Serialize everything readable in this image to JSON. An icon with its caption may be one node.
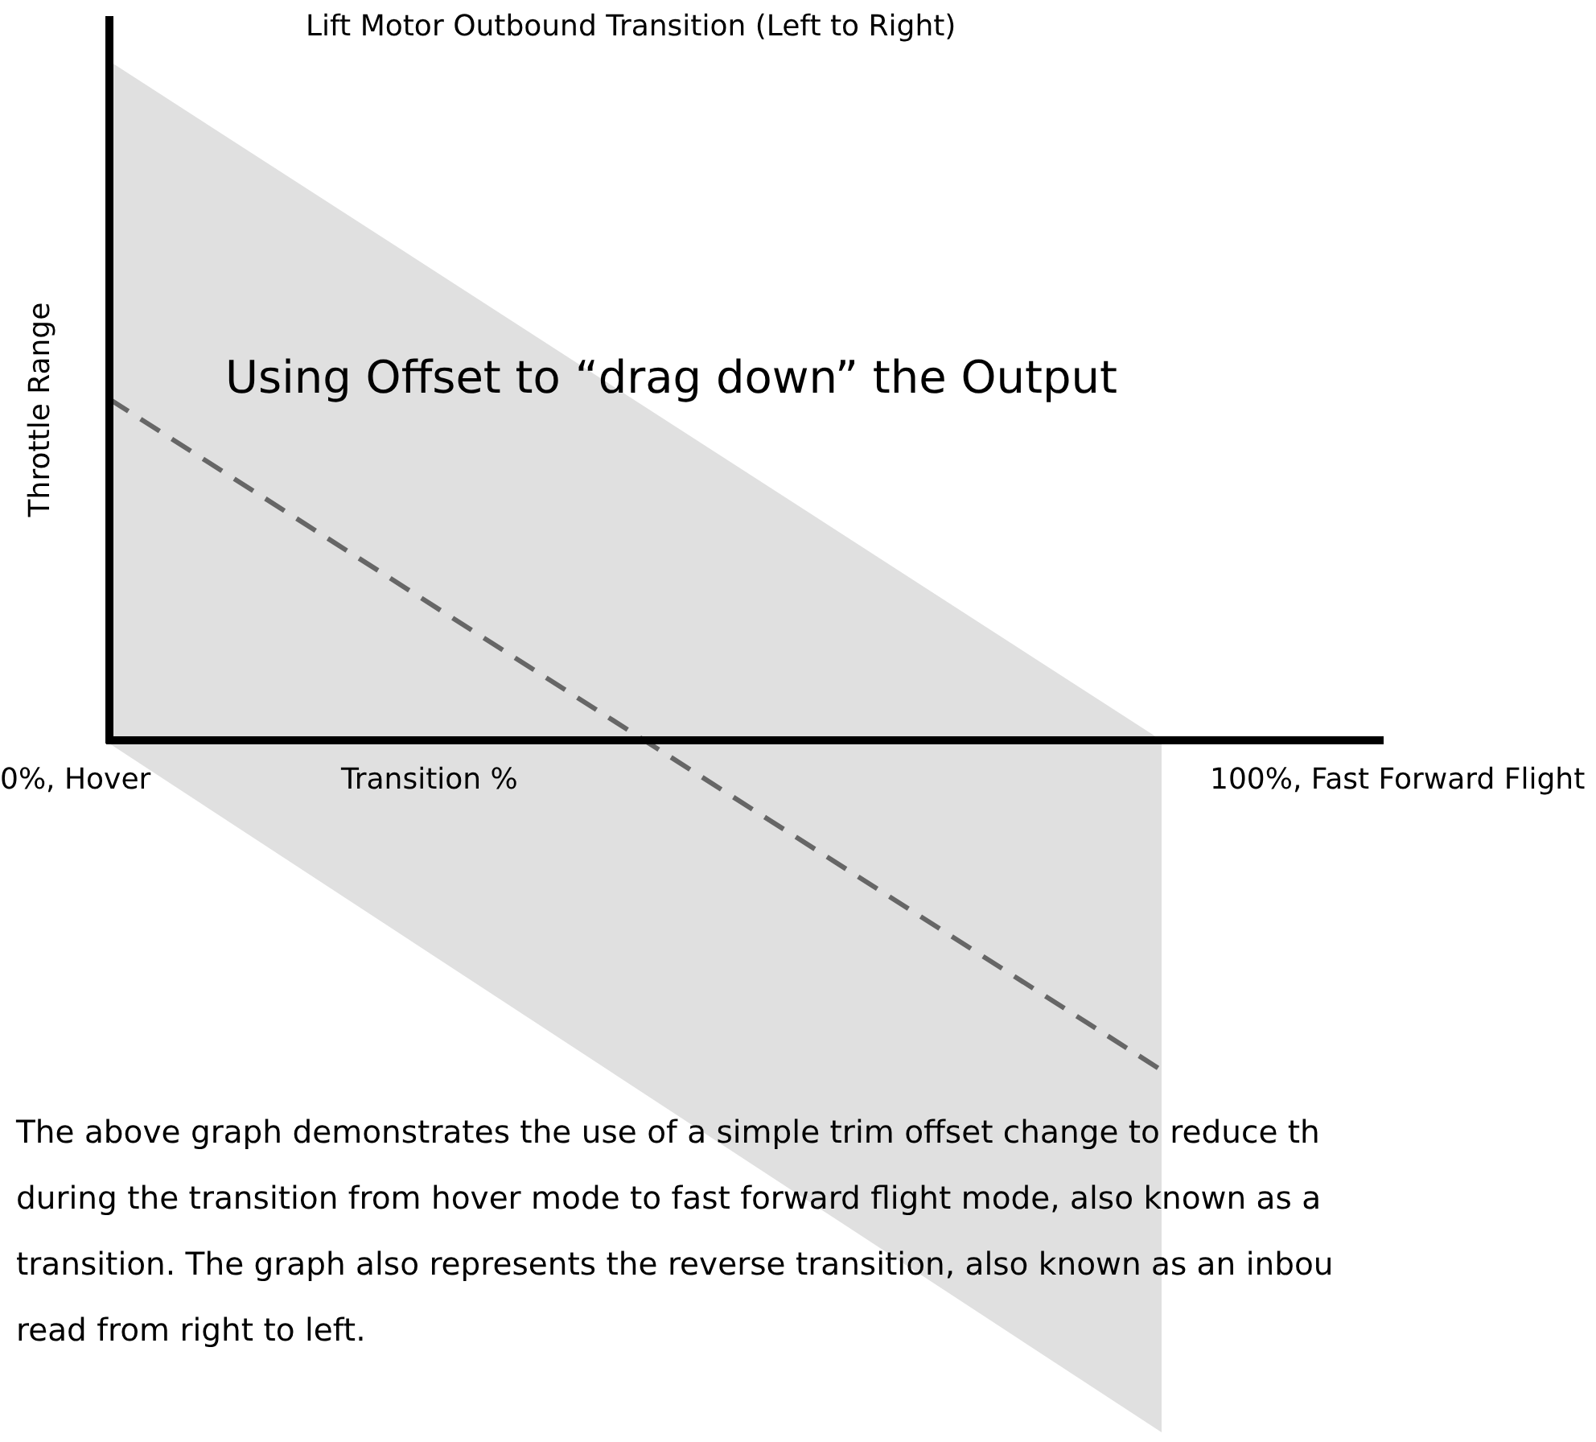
{
  "diagram": {
    "title": "Lift Motor Outbound Transition (Left to Right)",
    "labels": [
      "Throttle Range",
      "Using Offset to “drag down” the Output",
      "0%, Hover",
      "Transition %",
      "100%, Fast Forward Flight",
      "The above graph demonstrates the use of a simple trim offset change to reduce th",
      "during the transition from hover mode to fast forward flight mode, also known as a",
      "transition. The graph also represents the reverse transition, also known as an inbou",
      "read from right to left."
    ]
  }
}
